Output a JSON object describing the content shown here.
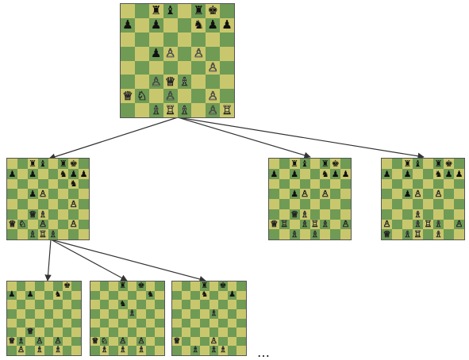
{
  "colors": {
    "light_square": "#c9c76d",
    "dark_square": "#6f9b55",
    "arrow": "#333333"
  },
  "pieces": {
    "K": "♔",
    "Q": "♕",
    "R": "♖",
    "B": "♗",
    "N": "♘",
    "P": "♙",
    "k": "♚",
    "q": "♛",
    "r": "♜",
    "b": "♝",
    "n": "♞",
    "p": "♟"
  },
  "positions": {
    "root": [
      "..rb.rk.",
      "p.p..npp",
      "........",
      "..pP.P..",
      "......P.",
      "..PQB...",
      "QN.P..P.",
      "..BRB.PR"
    ],
    "child_a": [
      "..rb.rk.",
      "p.p..npp",
      "......n.",
      "..pP....",
      "......P.",
      "..QB....",
      "QN.P..P.",
      "..BRB..."
    ],
    "child_b": [
      "..rb.rk.",
      "p.p..npp",
      "........",
      "..pP.P..",
      "........",
      "..QB....",
      "QR.BRB.P",
      "..B.B..."
    ],
    "child_c": [
      "..rb.rk.",
      "p.p..npp",
      "........",
      "..pP.P..",
      "........",
      "...B....",
      "P..BRB.P",
      "Q.BR.B.."
    ],
    "grand_a": [
      "......k.",
      "p.p..n..",
      "........",
      "........",
      "........",
      "..Q.....",
      "QB.P.P..",
      ".P.B.B.."
    ],
    "grand_b": [
      "...r.k..",
      "......n.",
      "...n....",
      "....B...",
      "........",
      "........",
      "QN.P.P..",
      ".B.B.B.."
    ],
    "grand_c": [
      "...r.k..",
      "...n..p.",
      "........",
      "....B...",
      "........",
      "........",
      "Q...P...",
      "..B.BB.."
    ]
  },
  "ellipsis": "…"
}
